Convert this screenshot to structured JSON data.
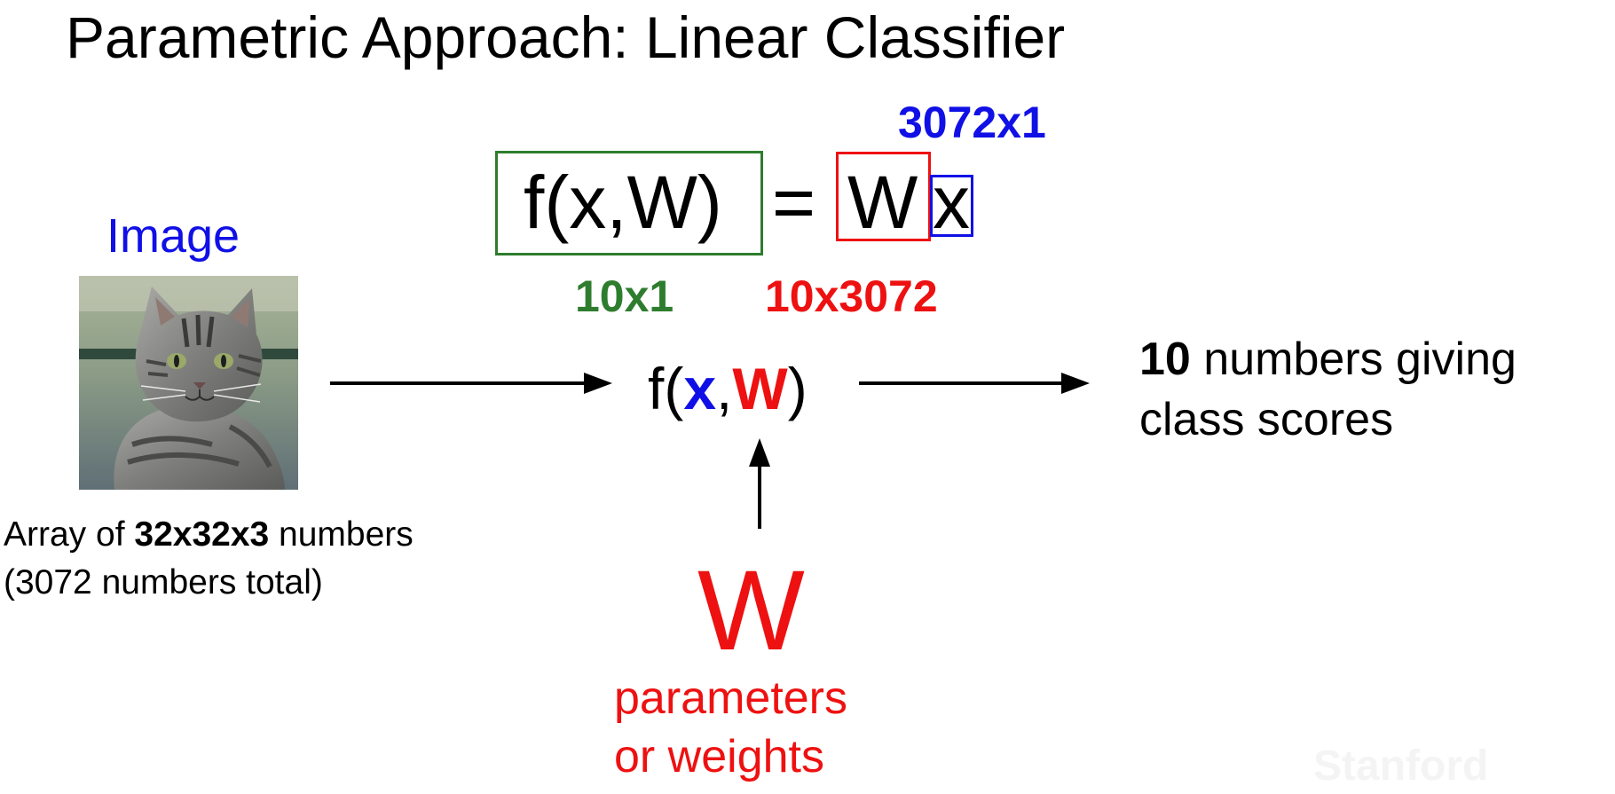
{
  "title": "Parametric Approach: Linear Classifier",
  "colors": {
    "blue": "#1010e6",
    "red": "#ee1111",
    "green": "#2e7d2e",
    "black": "#000000"
  },
  "equation": {
    "lhs": "f(x,W)",
    "equals": "=",
    "W": "W",
    "x": "x",
    "dim_x": "3072x1",
    "dim_output": "10x1",
    "dim_W": "10x3072"
  },
  "input": {
    "label": "Image",
    "desc_prefix": "Array of ",
    "desc_bold": "32x32x3",
    "desc_suffix": " numbers",
    "desc_line2": "(3072 numbers total)"
  },
  "function": {
    "f_open": "f(",
    "x": "x",
    "comma": ",",
    "W": "W",
    "close": ")"
  },
  "output": {
    "bold": "10",
    "line1_rest": " numbers giving",
    "line2": "class scores"
  },
  "params": {
    "symbol": "W",
    "line1": "parameters",
    "line2": "or weights"
  },
  "watermark": "Stanford"
}
